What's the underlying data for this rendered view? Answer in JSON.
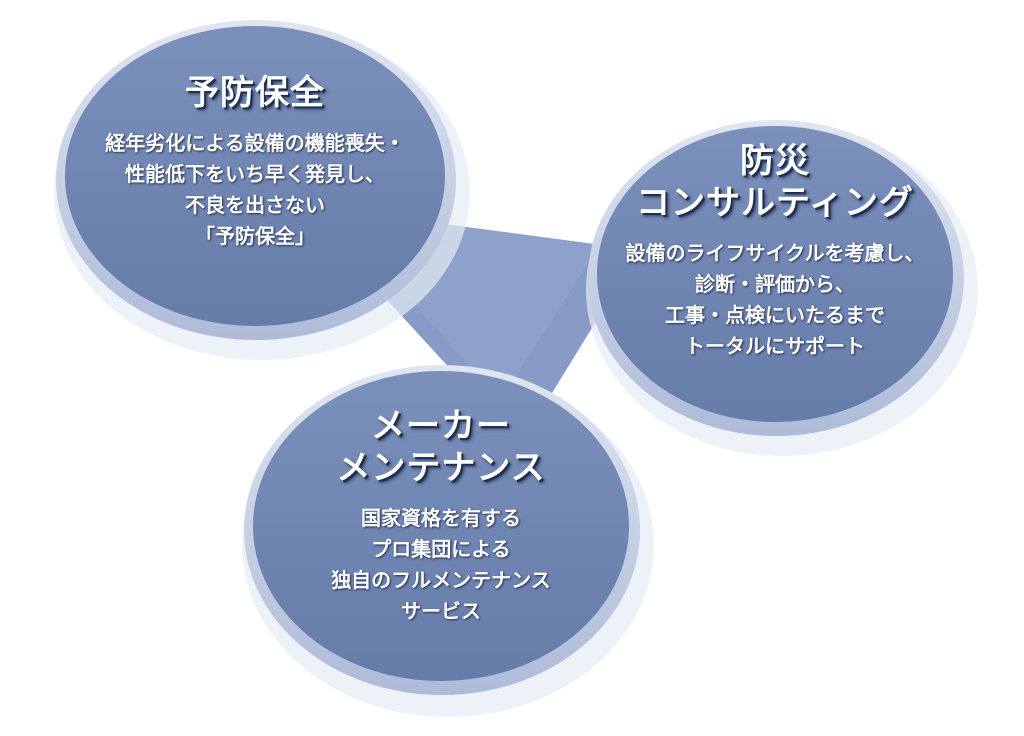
{
  "colors": {
    "disc_fill": "#6f85b2",
    "disc_rim": "#c8d2e6",
    "connector_fill": "#7e93c0",
    "text": "#ffffff"
  },
  "discs": {
    "preventive": {
      "title": "予防保全",
      "lines": [
        "経年劣化による設備の機能喪失・",
        "性能低下をいち早く発見し、",
        "不良を出さない",
        "「予防保全」"
      ]
    },
    "disaster": {
      "title_lines": [
        "防災",
        "コンサルティング"
      ],
      "lines": [
        "設備のライフサイクルを考慮し、",
        "診断・評価から、",
        "工事・点検にいたるまで",
        "トータルにサポート"
      ]
    },
    "maker": {
      "title_lines": [
        "メーカー",
        "メンテナンス"
      ],
      "lines": [
        "国家資格を有する",
        "プロ集団による",
        "独自のフルメンテナンス",
        "サービス"
      ]
    }
  }
}
